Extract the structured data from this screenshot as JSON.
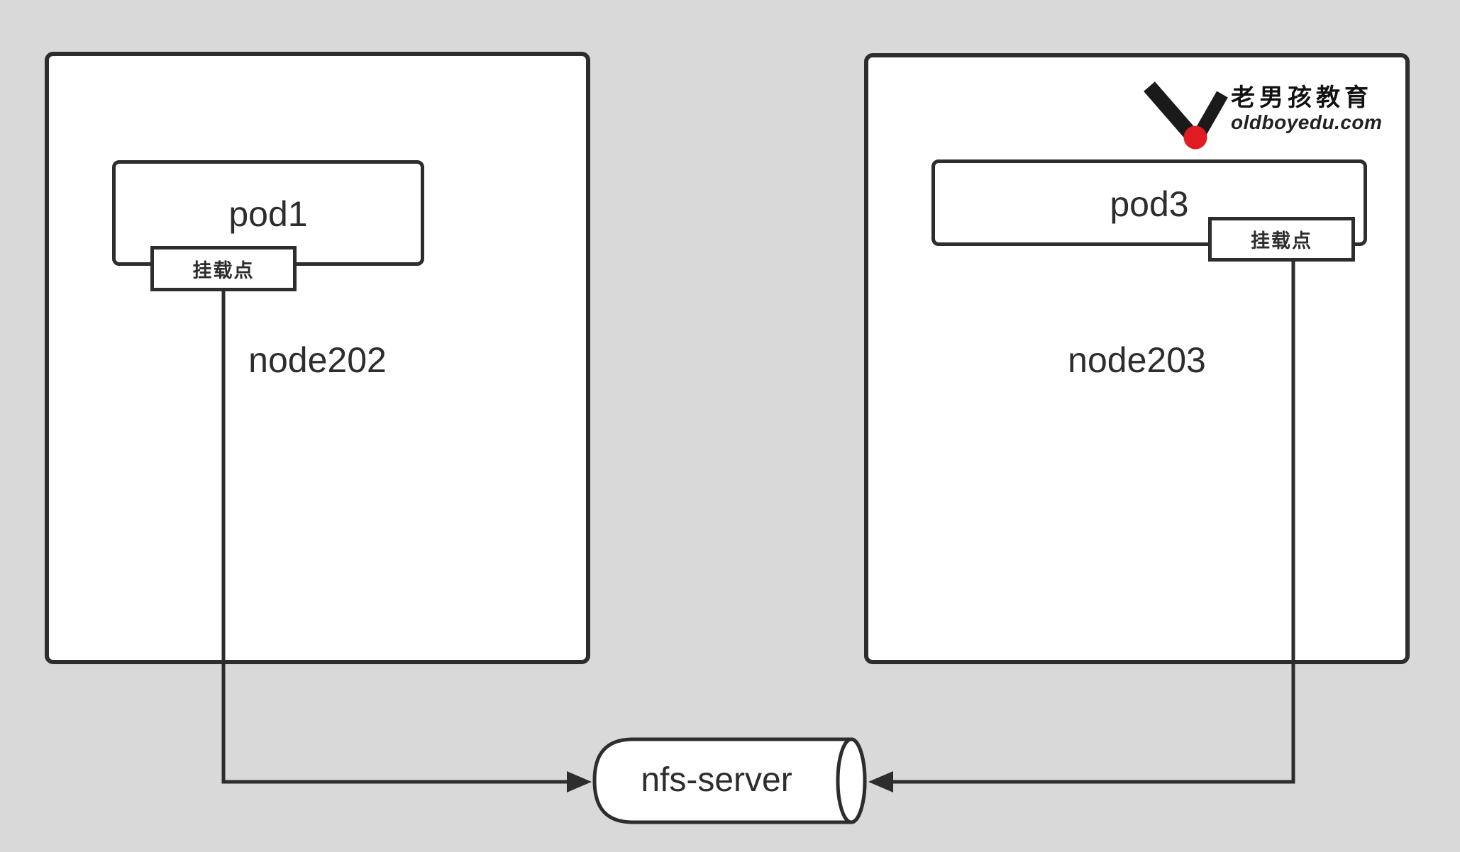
{
  "diagram": {
    "background_color": "#d9d9d9",
    "stroke_color": "#2d2d2d",
    "shape_fill_color": "#ffffff",
    "nodes": [
      {
        "id": "node202",
        "label": "node202"
      },
      {
        "id": "node203",
        "label": "node203"
      }
    ],
    "pods": [
      {
        "id": "pod1",
        "label": "pod1",
        "mount_label": "挂载点",
        "host": "node202"
      },
      {
        "id": "pod3",
        "label": "pod3",
        "mount_label": "挂载点",
        "host": "node203"
      }
    ],
    "storage": {
      "label": "nfs-server",
      "shape": "cylinder"
    },
    "connections": [
      {
        "from": "pod1-mount",
        "to": "nfs-server",
        "arrow": "into-left-side"
      },
      {
        "from": "pod3-mount",
        "to": "nfs-server",
        "arrow": "into-right-side"
      }
    ]
  },
  "logo": {
    "title": "老男孩教育",
    "domain": "oldboyedu.com",
    "mark_color": "#1a1a1a",
    "dot_color": "#e01b22"
  }
}
